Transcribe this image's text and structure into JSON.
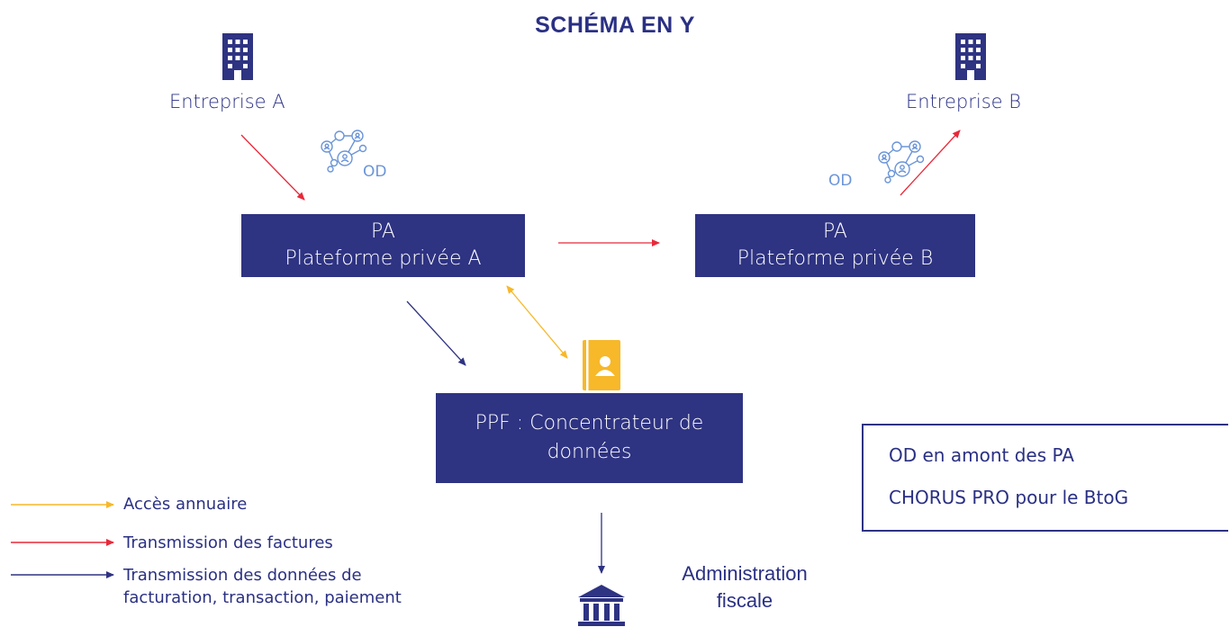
{
  "title": "SCHÉMA EN Y",
  "entreprise_a": {
    "label": "Entreprise A",
    "icon": "building-icon"
  },
  "entreprise_b": {
    "label": "Entreprise B",
    "icon": "building-icon"
  },
  "od_a": {
    "label": "OD",
    "icon": "network-people-icon"
  },
  "od_b": {
    "label": "OD",
    "icon": "network-people-icon"
  },
  "pa_a": {
    "title": "PA",
    "subtitle": "Plateforme privée A"
  },
  "pa_b": {
    "title": "PA",
    "subtitle": "Plateforme privée B"
  },
  "ppf": {
    "line1": "PPF : Concentrateur de",
    "line2": "données"
  },
  "annuaire": {
    "icon": "contact-book-icon"
  },
  "administration": {
    "line1": "Administration",
    "line2": "fiscale",
    "icon": "bank-building-icon"
  },
  "notes": {
    "line1": "OD en amont des PA",
    "line2": "CHORUS PRO pour le BtoG"
  },
  "legend": [
    {
      "label": "Accès annuaire",
      "color": "#f7b829"
    },
    {
      "label": "Transmission des factures",
      "color": "#e8293a"
    },
    {
      "label": "Transmission des données de facturation, transaction, paiement",
      "color": "#2e3382"
    }
  ],
  "colors": {
    "navy": "#2e3382",
    "red": "#e8293a",
    "yellow": "#f7b829",
    "od_blue": "#6b95d8"
  }
}
